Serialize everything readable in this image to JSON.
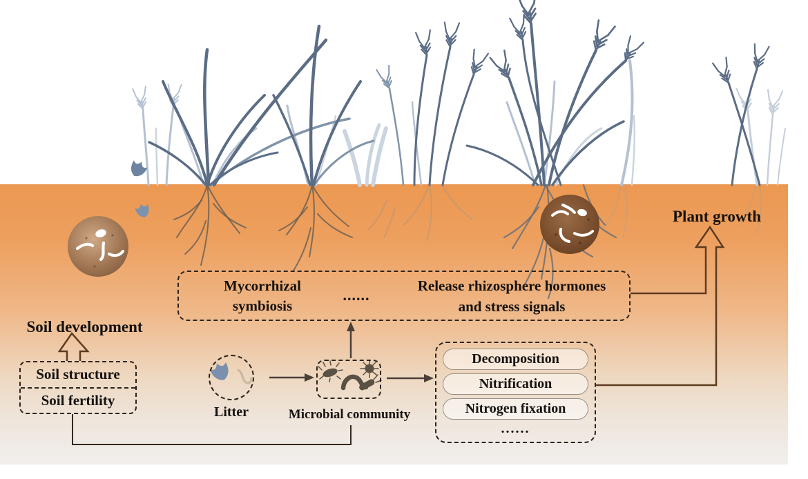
{
  "figure": {
    "type": "soil-plant-microbe interaction diagram",
    "flow": {
      "plant_growth_label": "Plant growth",
      "litter_label": "Litter",
      "microbial_label": "Microbial community",
      "symbiosis": {
        "line1": "Mycorrhizal",
        "line2": "symbiosis",
        "dots": "......",
        "release_line1": "Release rhizosphere hormones",
        "release_line2": "and stress signals"
      },
      "processes": {
        "items": [
          {
            "label": "Decomposition"
          },
          {
            "label": "Nitrification"
          },
          {
            "label": "Nitrogen fixation"
          }
        ],
        "more": "......"
      }
    },
    "soil_panel": {
      "development_label": "Soil development",
      "box_rows": [
        {
          "label": "Soil structure"
        },
        {
          "label": "Soil fertility"
        }
      ]
    },
    "icons": {
      "litter_circle": [
        "leaf-icon",
        "worm-icon"
      ],
      "microbial_box": [
        "spiky-bacterium-icon",
        "microbe-worm-icon",
        "spiky-ball-microbe-icon",
        "bacillus-icon"
      ],
      "photos": [
        "soil-aggregate-photo",
        "soil-biota-photo"
      ],
      "scene": [
        "grass-silhouettes",
        "root-systems",
        "falling-leaf-icon"
      ]
    },
    "colors": {
      "soil_gradient_top": "#ec9851",
      "soil_gradient_bottom": "#f1efed",
      "grass_dark": "#5b6d85",
      "grass_mid": "#8094aa",
      "grass_light": "#b5c1d2",
      "grass_xlight": "#cbd5e1",
      "dashed_border": "#2b241c",
      "connector_line": "#33291e",
      "hollow_arrow": "#5d3b21",
      "text": "#151210"
    }
  }
}
